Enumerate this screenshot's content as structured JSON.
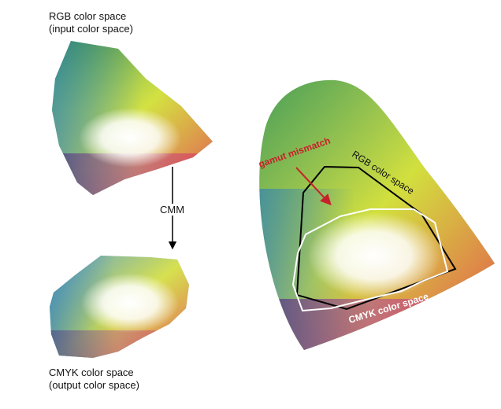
{
  "labels": {
    "rgb_title_line1": "RGB color space",
    "rgb_title_line2": "(input color space)",
    "cmyk_title_line1": "CMYK color space",
    "cmyk_title_line2": "(output color space)",
    "cmm": "CMM",
    "gamut_mismatch": "gamut mismatch",
    "rgb_outline": "RGB color space",
    "cmyk_outline": "CMYK color space"
  },
  "colors": {
    "green": "#2e8b3c",
    "yellow": "#ecec3a",
    "red": "#e8344a",
    "blue": "#2d7fbd",
    "dark_blue": "#3a2f7a",
    "magenta": "#d9447f",
    "annotation_red": "#c8202a",
    "outline_black": "#000000",
    "outline_white": "#ffffff"
  }
}
